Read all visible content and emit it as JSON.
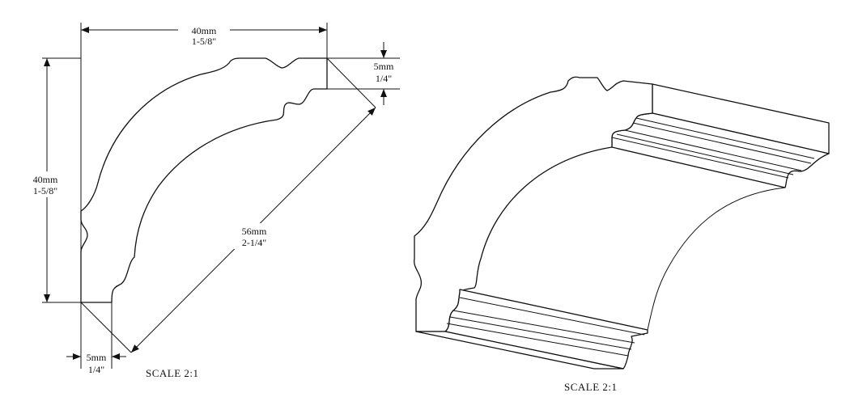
{
  "profile_view": {
    "top_width_mm": "40mm",
    "top_width_in": "1-5/8\"",
    "left_height_mm": "40mm",
    "left_height_in": "1-5/8\"",
    "top_edge_mm": "5mm",
    "top_edge_in": "1/4\"",
    "diagonal_mm": "56mm",
    "diagonal_in": "2-1/4\"",
    "bottom_edge_mm": "5mm",
    "bottom_edge_in": "1/4\"",
    "scale": "SCALE 2:1"
  },
  "isometric_view": {
    "scale": "SCALE 2:1"
  }
}
